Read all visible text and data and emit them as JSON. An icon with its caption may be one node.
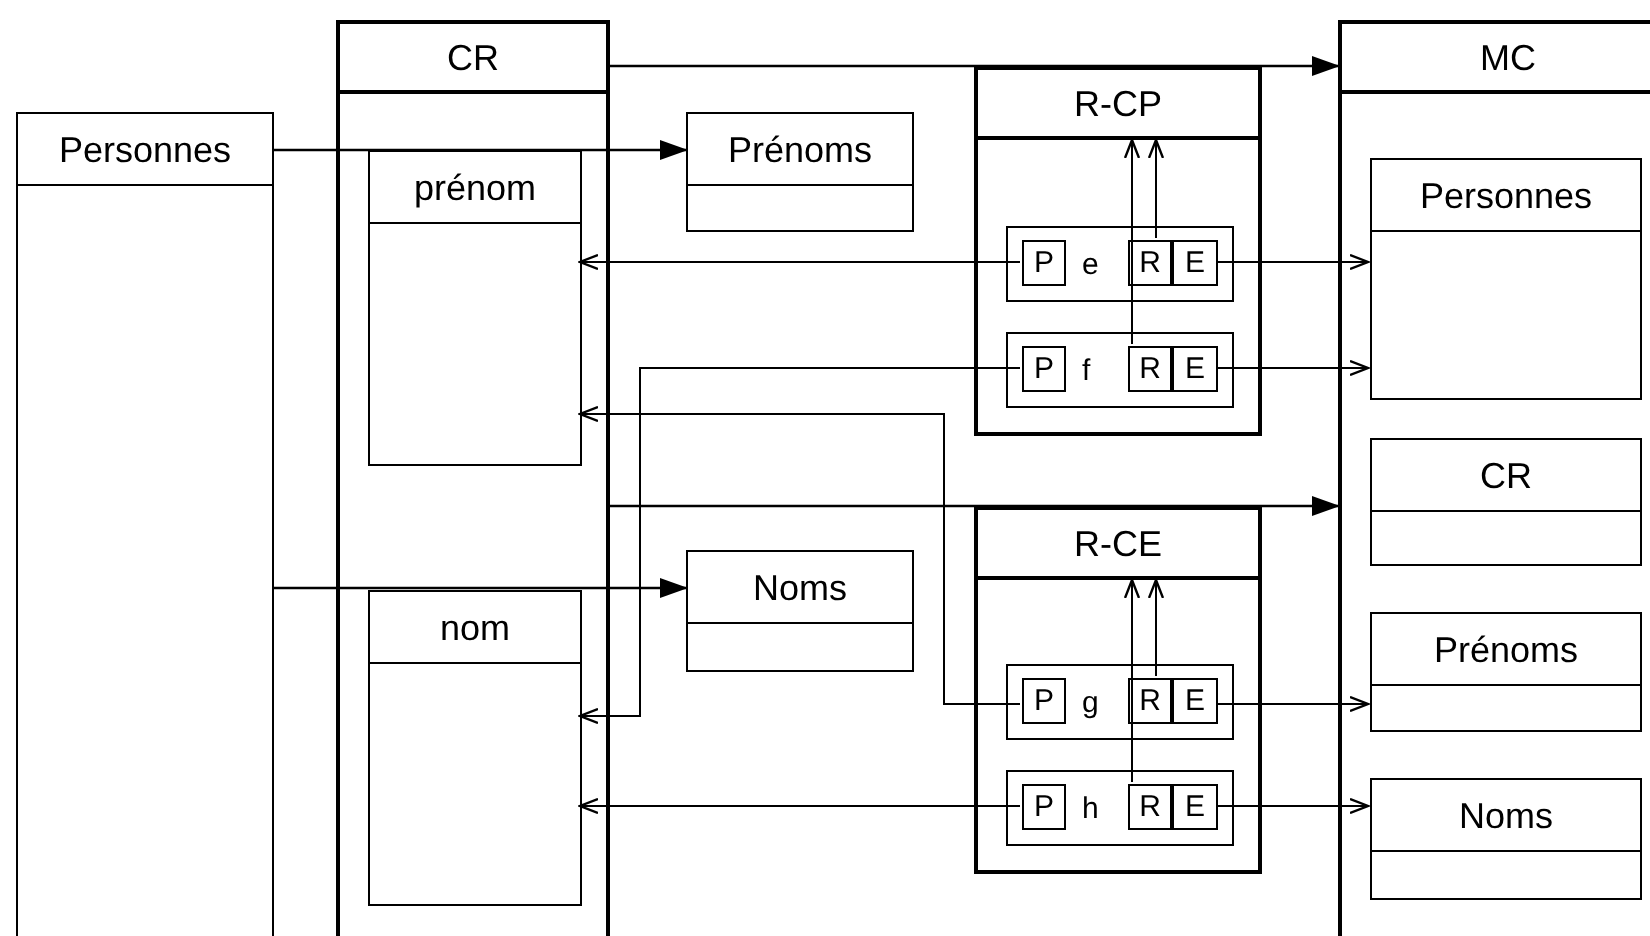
{
  "diagram": {
    "nodes": [
      {
        "text": [
          "Personnes"
        ]
      },
      {
        "text": [
          "CR"
        ]
      },
      {
        "text": [
          "prénom"
        ],
        "in": 1
      },
      {
        "text": [
          "nom"
        ],
        "in": 1
      },
      {
        "text": [
          "Prénoms"
        ]
      },
      {
        "text": [
          "Noms"
        ]
      },
      {
        "text": [
          "R-CP"
        ]
      },
      {
        "text": [
          "e"
        ],
        "in": 6
      },
      {
        "text": [
          "P"
        ],
        "in": 7
      },
      {
        "text": [
          "R"
        ],
        "in": 7
      },
      {
        "text": [
          "E"
        ],
        "in": 7
      },
      {
        "text": [
          "f"
        ],
        "in": 6
      },
      {
        "text": [
          "P"
        ],
        "in": 11
      },
      {
        "text": [
          "R"
        ],
        "in": 11
      },
      {
        "text": [
          "E"
        ],
        "in": 11
      },
      {
        "text": [
          "R-CE"
        ]
      },
      {
        "text": [
          "g"
        ],
        "in": 15
      },
      {
        "text": [
          "P"
        ],
        "in": 16
      },
      {
        "text": [
          "R"
        ],
        "in": 16
      },
      {
        "text": [
          "E"
        ],
        "in": 16
      },
      {
        "text": [
          "h"
        ],
        "in": 15
      },
      {
        "text": [
          "P"
        ],
        "in": 20
      },
      {
        "text": [
          "R"
        ],
        "in": 20
      },
      {
        "text": [
          "E"
        ],
        "in": 20
      },
      {
        "text": [
          "MC"
        ]
      },
      {
        "text": [
          "Personnes"
        ],
        "in": 24
      },
      {
        "text": [
          "CR"
        ],
        "in": 24
      },
      {
        "text": [
          "Prénoms"
        ],
        "in": 24
      },
      {
        "text": [
          "Noms"
        ],
        "in": 24
      }
    ],
    "edges": [
      {
        "from": 1,
        "to": 24,
        "arrow": "to"
      },
      {
        "from": 0,
        "to": 4,
        "arrow": "to"
      },
      {
        "from": 1,
        "to": 24,
        "arrow": "to"
      },
      {
        "from": 0,
        "to": 5,
        "arrow": "to"
      },
      {
        "from": 8,
        "to": 2,
        "arrow": "to"
      },
      {
        "from": 10,
        "to": 25,
        "arrow": "to"
      },
      {
        "from": 9,
        "to": 6,
        "arrow": "to"
      },
      {
        "from": 12,
        "to": 3,
        "arrow": "to"
      },
      {
        "from": 14,
        "to": 25,
        "arrow": "to"
      },
      {
        "from": 13,
        "to": 6,
        "arrow": "to"
      },
      {
        "from": 17,
        "to": 2,
        "arrow": "to"
      },
      {
        "from": 19,
        "to": 27,
        "arrow": "to"
      },
      {
        "from": 18,
        "to": 15,
        "arrow": "to"
      },
      {
        "from": 21,
        "to": 3,
        "arrow": "to"
      },
      {
        "from": 23,
        "to": 28,
        "arrow": "to"
      },
      {
        "from": 22,
        "to": 15,
        "arrow": "to"
      }
    ]
  }
}
